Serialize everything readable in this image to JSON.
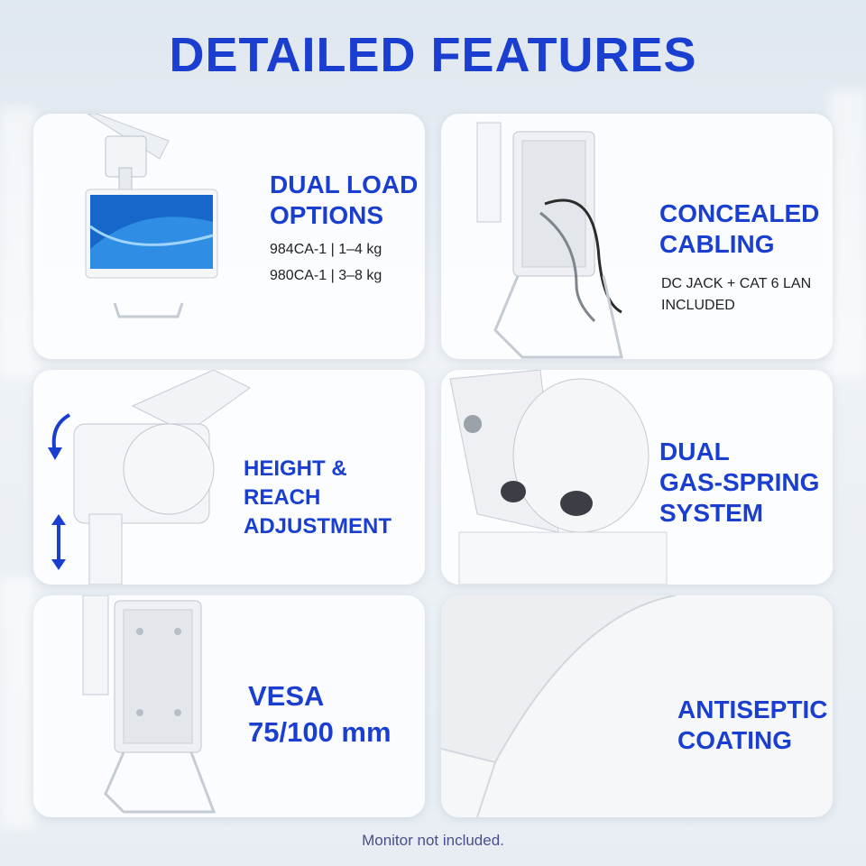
{
  "title": "DETAILED FEATURES",
  "features": [
    {
      "heading": "DUAL LOAD\nOPTIONS",
      "details": [
        "984CA-1 | 1–4 kg",
        "980CA-1 | 3–8 kg"
      ],
      "image_icon": "monitor-arm-icon"
    },
    {
      "heading": "CONCEALED\nCABLING",
      "details": [
        "DC JACK + CAT 6 LAN",
        "INCLUDED"
      ],
      "image_icon": "cable-mount-icon"
    },
    {
      "heading": "HEIGHT & REACH\nADJUSTMENT",
      "image_icon": "arm-joint-icon"
    },
    {
      "heading": "DUAL\nGAS-SPRING\nSYSTEM",
      "image_icon": "gas-spring-icon"
    },
    {
      "heading": "VESA\n75/100 mm",
      "image_icon": "vesa-plate-icon"
    },
    {
      "heading": "ANTISEPTIC\nCOATING",
      "image_icon": "coating-surface-icon"
    }
  ],
  "footer": "Monitor not included.",
  "colors": {
    "accent": "#1a3fd0",
    "card": "#fcfdff",
    "arrow": "#1a3fd0"
  }
}
